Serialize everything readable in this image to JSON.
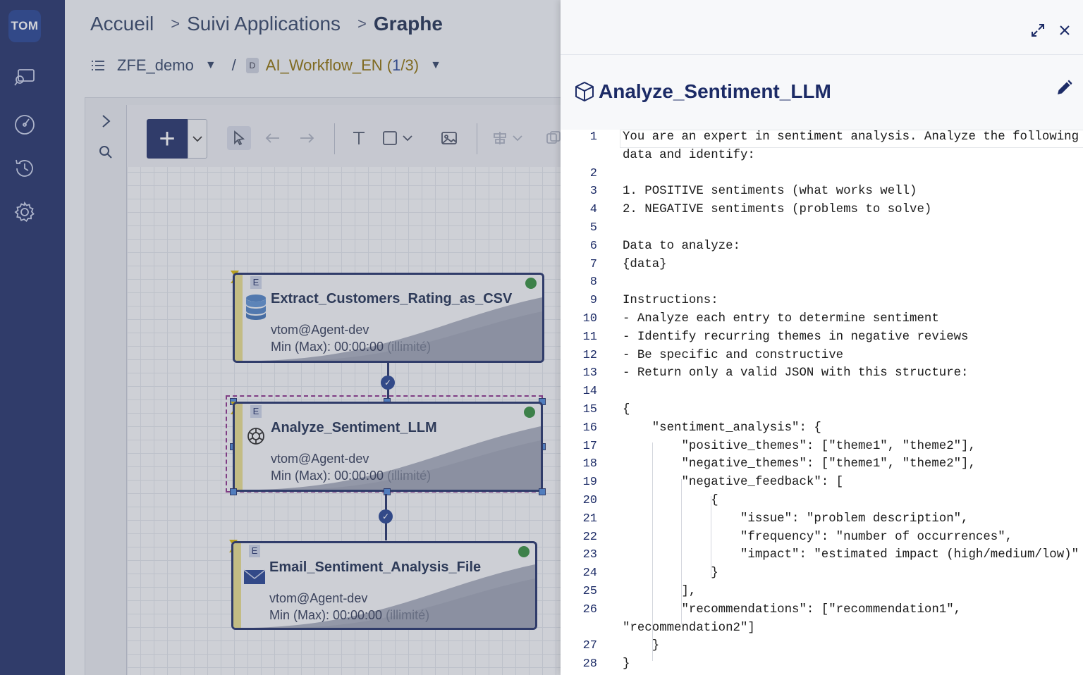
{
  "nav": {
    "logo": "TOM",
    "items": [
      "monitoring-icon",
      "dashboard-icon",
      "history-icon",
      "settings-icon"
    ]
  },
  "breadcrumb": {
    "home": "Accueil",
    "middle": "Suivi Applications",
    "current": "Graphe"
  },
  "subbar": {
    "environment": "ZFE_demo",
    "workflow_badge": "D",
    "workflow": "AI_Workflow_EN",
    "workflow_counter_open": "(",
    "workflow_counter_index": "1",
    "workflow_counter_rest": "/3)"
  },
  "jobs": [
    {
      "badge": "E",
      "title": "Extract_Customers_Rating_as_CSV",
      "agent": "vtom@Agent-dev",
      "minmax_label": "Min (Max): 00:00:00",
      "minmax_note": "(illimité)",
      "icon": "database-icon"
    },
    {
      "badge": "E",
      "title": "Analyze_Sentiment_LLM",
      "agent": "vtom@Agent-dev",
      "minmax_label": "Min (Max): 00:00:00",
      "minmax_note": "(illimité)",
      "icon": "openai-icon"
    },
    {
      "badge": "E",
      "title": "Email_Sentiment_Analysis_File",
      "agent": "vtom@Agent-dev",
      "minmax_label": "Min (Max): 00:00:00",
      "minmax_note": "(illimité)",
      "icon": "email-icon"
    }
  ],
  "panel": {
    "title": "Analyze_Sentiment_LLM",
    "code_lines": [
      {
        "n": "1",
        "t": "You are an expert in sentiment analysis. Analyze the following"
      },
      {
        "n": "",
        "t": "data and identify:"
      },
      {
        "n": "2",
        "t": ""
      },
      {
        "n": "3",
        "t": "1. POSITIVE sentiments (what works well)"
      },
      {
        "n": "4",
        "t": "2. NEGATIVE sentiments (problems to solve)"
      },
      {
        "n": "5",
        "t": ""
      },
      {
        "n": "6",
        "t": "Data to analyze:"
      },
      {
        "n": "7",
        "t": "{data}"
      },
      {
        "n": "8",
        "t": ""
      },
      {
        "n": "9",
        "t": "Instructions:"
      },
      {
        "n": "10",
        "t": "- Analyze each entry to determine sentiment"
      },
      {
        "n": "11",
        "t": "- Identify recurring themes in negative reviews"
      },
      {
        "n": "12",
        "t": "- Be specific and constructive"
      },
      {
        "n": "13",
        "t": "- Return only a valid JSON with this structure:"
      },
      {
        "n": "14",
        "t": ""
      },
      {
        "n": "15",
        "t": "{"
      },
      {
        "n": "16",
        "t": "    \"sentiment_analysis\": {"
      },
      {
        "n": "17",
        "t": "        \"positive_themes\": [\"theme1\", \"theme2\"],"
      },
      {
        "n": "18",
        "t": "        \"negative_themes\": [\"theme1\", \"theme2\"],"
      },
      {
        "n": "19",
        "t": "        \"negative_feedback\": ["
      },
      {
        "n": "20",
        "t": "            {"
      },
      {
        "n": "21",
        "t": "                \"issue\": \"problem description\","
      },
      {
        "n": "22",
        "t": "                \"frequency\": \"number of occurrences\","
      },
      {
        "n": "23",
        "t": "                \"impact\": \"estimated impact (high/medium/low)\""
      },
      {
        "n": "24",
        "t": "            }"
      },
      {
        "n": "25",
        "t": "        ],"
      },
      {
        "n": "26",
        "t": "        \"recommendations\": [\"recommendation1\","
      },
      {
        "n": "",
        "t": "\"recommendation2\"]"
      },
      {
        "n": "27",
        "t": "    }"
      },
      {
        "n": "28",
        "t": "}"
      }
    ]
  }
}
